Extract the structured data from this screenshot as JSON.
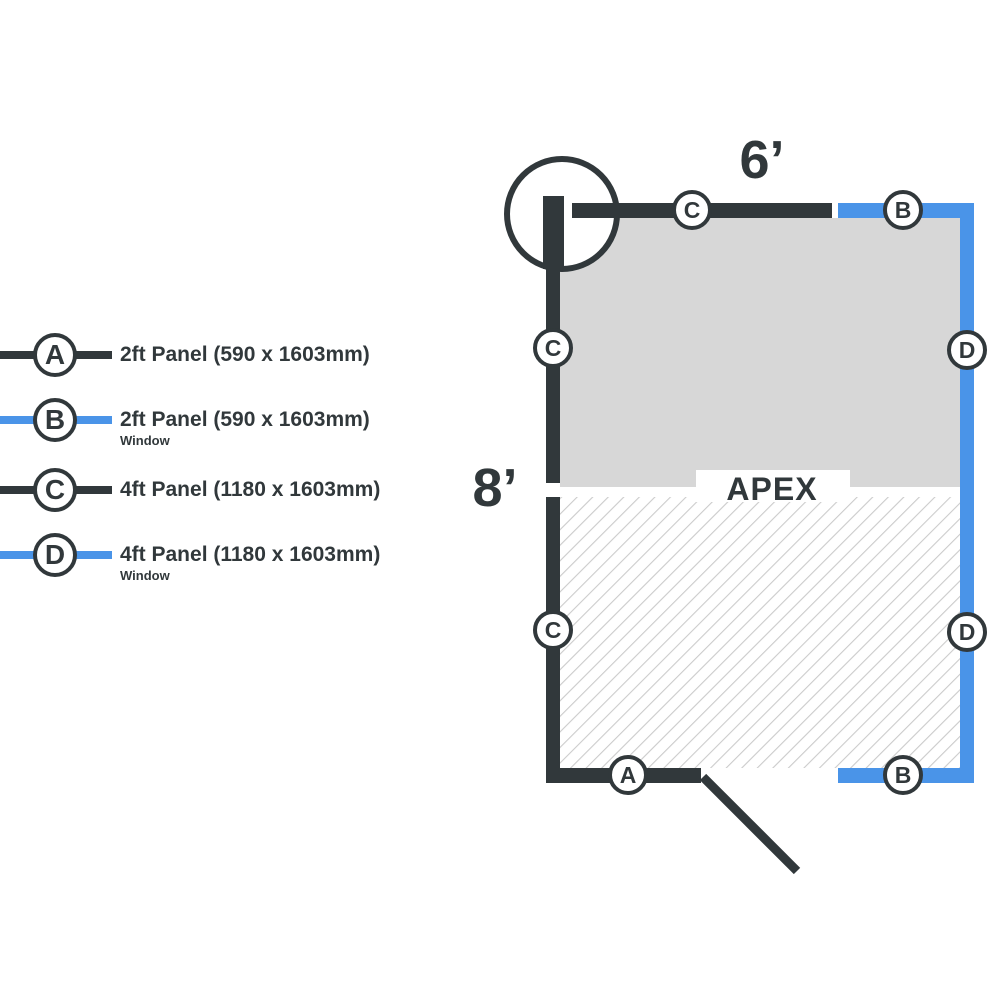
{
  "colors": {
    "dark": "#31383b",
    "blue": "#4a94e8",
    "interior_gray": "#d7d7d7",
    "hatch_line": "#cbcbcb"
  },
  "legend": {
    "items": [
      {
        "letter": "A",
        "label": "2ft Panel (590 x 1603mm)",
        "sub": "",
        "style": "solid"
      },
      {
        "letter": "B",
        "label": "2ft Panel (590 x 1603mm)",
        "sub": "Window",
        "style": "window"
      },
      {
        "letter": "C",
        "label": "4ft Panel (1180 x 1603mm)",
        "sub": "",
        "style": "solid"
      },
      {
        "letter": "D",
        "label": "4ft Panel (1180 x 1603mm)",
        "sub": "Window",
        "style": "window"
      }
    ]
  },
  "plan": {
    "width_label": "6’",
    "depth_label": "8’",
    "apex_label": "APEX",
    "badges": {
      "top_c": "C",
      "top_b": "B",
      "left_upper_c": "C",
      "left_lower_c": "C",
      "right_upper_d": "D",
      "right_lower_d": "D",
      "bottom_a": "A",
      "bottom_b": "B"
    }
  }
}
